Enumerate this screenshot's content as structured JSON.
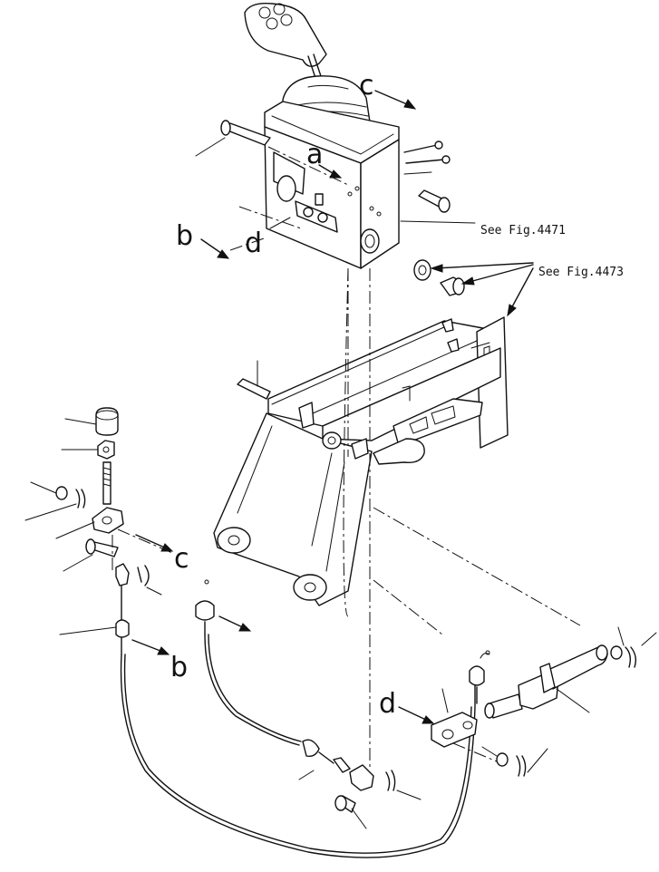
{
  "labels": {
    "a": "a",
    "b_top": "b",
    "c_top": "c",
    "d_top": "d",
    "c_mid": "c",
    "b_low": "b",
    "d_low": "d"
  },
  "references": {
    "fig_4471": "See Fig.4471",
    "fig_4473": "See Fig.4473"
  }
}
